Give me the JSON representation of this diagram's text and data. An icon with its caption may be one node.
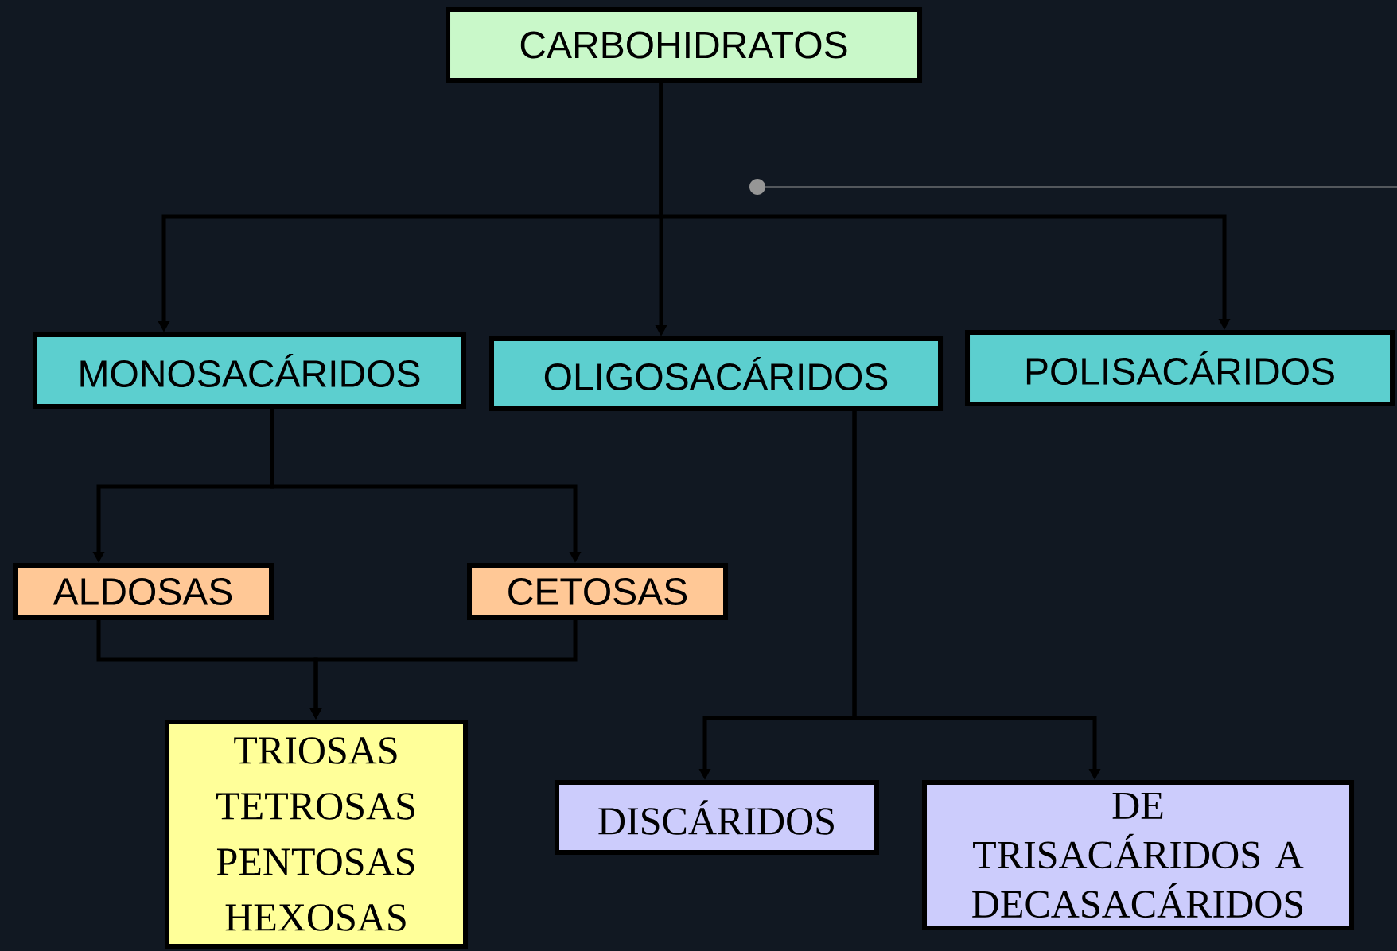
{
  "diagram": {
    "nodes": [
      {
        "text": [
          "CARBOHIDRATOS"
        ]
      },
      {
        "text": [
          "MONOSACÁRIDOS"
        ]
      },
      {
        "text": [
          "OLIGOSACÁRIDOS"
        ]
      },
      {
        "text": [
          "POLISACÁRIDOS"
        ]
      },
      {
        "text": [
          "ALDOSAS"
        ]
      },
      {
        "text": [
          "CETOSAS"
        ]
      },
      {
        "text": [
          "TRIOSAS",
          "TETROSAS",
          "PENTOSAS",
          "HEXOSAS"
        ]
      },
      {
        "text": [
          "DISCÁRIDOS"
        ]
      },
      {
        "text": [
          "DE TRISACÁRIDOS A DECASACÁRIDOS"
        ]
      }
    ],
    "edges": [
      {
        "from": 0,
        "to": 1,
        "arrow": "to"
      },
      {
        "from": 0,
        "to": 2,
        "arrow": "to"
      },
      {
        "from": 0,
        "to": 3,
        "arrow": "to"
      },
      {
        "from": 1,
        "to": 4,
        "arrow": "to"
      },
      {
        "from": 1,
        "to": 5,
        "arrow": "to"
      },
      {
        "from": 4,
        "to": 6,
        "arrow": "to"
      },
      {
        "from": 5,
        "to": 6,
        "arrow": "to"
      },
      {
        "from": 2,
        "to": 7,
        "arrow": "to"
      },
      {
        "from": 2,
        "to": 8,
        "arrow": "to"
      }
    ]
  }
}
